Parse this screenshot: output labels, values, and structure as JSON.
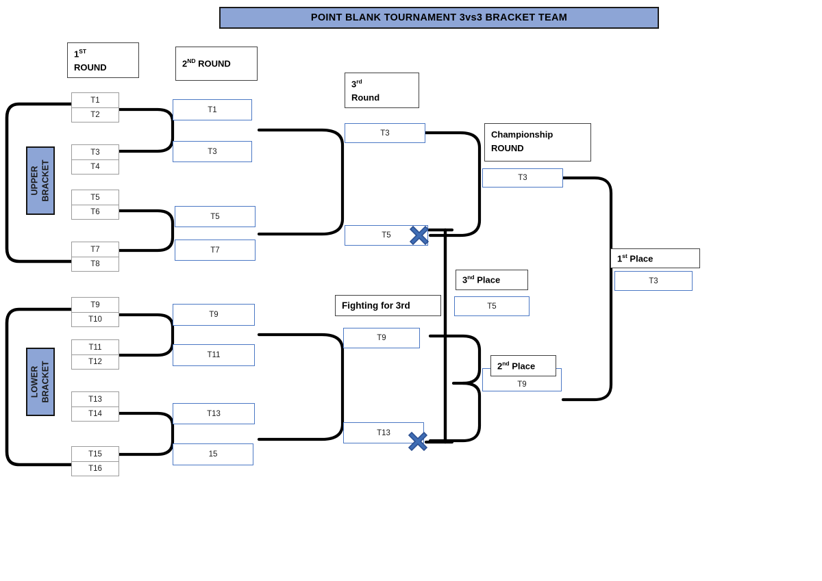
{
  "title": "POINT BLANK TOURNAMENT 3vs3 BRACKET TEAM",
  "colors": {
    "banner_fill": "#8DA5D6",
    "box_border_blue": "#4A77C4",
    "x_marker": "#3F6DB5",
    "label_border": "#404040"
  },
  "headers": {
    "round1_sup": "ST",
    "round1_num": "1",
    "round1_word": "ROUND",
    "round2_num": "2",
    "round2_sup": "ND",
    "round2_word": "ROUND",
    "round3_num": "3",
    "round3_sup": "rd",
    "round3_word": "Round",
    "championship_line1": "Championship",
    "championship_line2": "ROUND",
    "fighting_for_3rd": "Fighting for 3rd",
    "third_place_num": "3",
    "third_place_sup": "nd",
    "third_place_word": "Place",
    "second_place_num": "2",
    "second_place_sup": "nd",
    "second_place_word": "Place",
    "first_place_num": "1",
    "first_place_sup": "st",
    "first_place_word": "Place"
  },
  "side_labels": {
    "upper_line1": "UPPER",
    "upper_line2": "BRACKET",
    "lower_line1": "LOWER",
    "lower_line2": "BRACKET"
  },
  "round1": {
    "upper": [
      {
        "top": "T1",
        "bottom": "T2"
      },
      {
        "top": "T3",
        "bottom": "T4"
      },
      {
        "top": "T5",
        "bottom": "T6"
      },
      {
        "top": "T7",
        "bottom": "T8"
      }
    ],
    "lower": [
      {
        "top": "T9",
        "bottom": "T10"
      },
      {
        "top": "T11",
        "bottom": "T12"
      },
      {
        "top": "T13",
        "bottom": "T14"
      },
      {
        "top": "T15",
        "bottom": "T16"
      }
    ]
  },
  "round2": {
    "upper": [
      "T1",
      "T3",
      "T5",
      "T7"
    ],
    "lower": [
      "T9",
      "T11",
      "T13",
      "15"
    ]
  },
  "round3": {
    "upper": [
      "T3",
      "T5"
    ],
    "lower": [
      "T9",
      "T13"
    ],
    "eliminated": [
      "T5",
      "T13"
    ]
  },
  "championship": {
    "winner": "T3"
  },
  "results": {
    "first_place": "T3",
    "second_place": "T9",
    "third_place": "T5"
  }
}
